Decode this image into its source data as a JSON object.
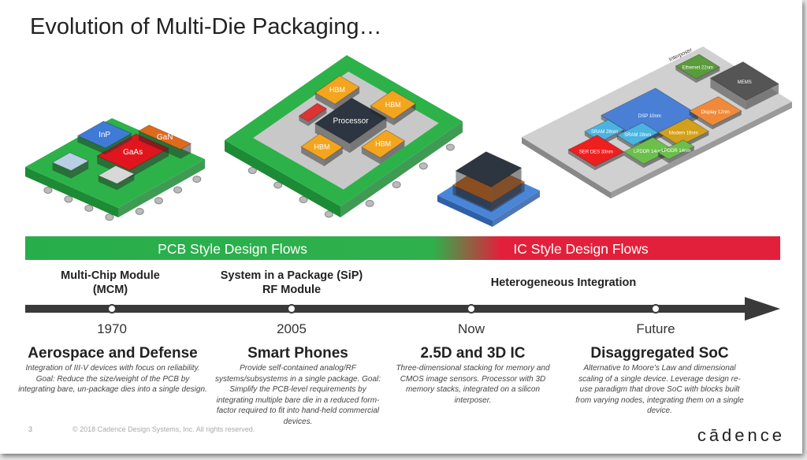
{
  "title": "Evolution of Multi-Die Packaging…",
  "band": {
    "left": "PCB Style Design Flows",
    "right": "IC Style Design Flows",
    "colors": {
      "green": "#2fb04c",
      "red": "#e2203c"
    }
  },
  "eras": [
    {
      "label": "Multi-Chip Module\n(MCM)"
    },
    {
      "label": "System in a Package (SiP)\nRF Module"
    },
    {
      "label": "Heterogeneous Integration"
    }
  ],
  "timeline": {
    "years": [
      "1970",
      "2005",
      "Now",
      "Future"
    ]
  },
  "sections": [
    {
      "title": "Aerospace and Defense",
      "desc": "Integration of III-V devices with focus on reliability. Goal: Reduce the size/weight of the PCB by integrating bare, un-package dies into a single design."
    },
    {
      "title": "Smart Phones",
      "desc": "Provide self-contained analog/RF systems/subsystems in a single package. Goal: Simplify the PCB-level requirements by integrating multiple bare die in a reduced form-factor required to fit into hand-held commercial devices."
    },
    {
      "title": "2.5D and 3D IC",
      "desc": "Three-dimensional stacking for memory and CMOS image sensors. Processor with 3D memory stacks, integrated on a silicon interposer."
    },
    {
      "title": "Disaggregated SoC",
      "desc": "Alternative to Moore's Law and dimensional scaling of a single device. Leverage design re-use paradigm that drove SoC with blocks built from varying nodes, integrating them on a single device."
    }
  ],
  "mcm_chips": [
    "InP",
    "GaAs",
    "GaN"
  ],
  "sip_chips": [
    "HBM",
    "HBM",
    "HBM",
    "HBM",
    "Processor"
  ],
  "interposer": {
    "label": "Interposer",
    "chips": [
      "Ethernet 22nm",
      "DSP 10nm",
      "MEMS",
      "SRAM 28nm",
      "SRAM 28nm",
      "SER DES 33nm",
      "Display 12nm",
      "Modem 16nm",
      "LPDDR 14nm",
      "LPDDR 14nm"
    ]
  },
  "footer": {
    "page": "3",
    "copyright": "© 2018 Cadence Design Systems, Inc. All rights reserved."
  },
  "logo": "cādence"
}
